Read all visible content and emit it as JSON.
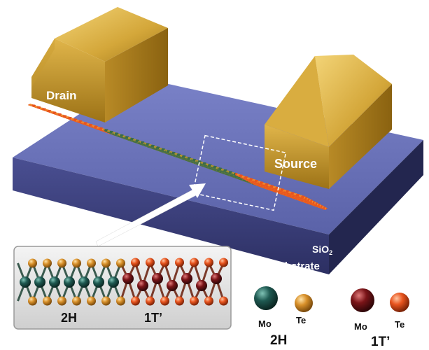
{
  "device": {
    "drain_label": "Drain",
    "source_label": "Source",
    "oxide_label": "SiO",
    "oxide_subscript": "2",
    "substrate_label": "Si substrate"
  },
  "inset": {
    "phase_left": "2H",
    "phase_right": "1T’"
  },
  "legend": {
    "groups": [
      {
        "phase": "2H",
        "atoms": [
          {
            "symbol": "Mo",
            "color": "#1f5a52"
          },
          {
            "symbol": "Te",
            "color": "#d8902a"
          }
        ]
      },
      {
        "phase": "1T’",
        "atoms": [
          {
            "symbol": "Mo",
            "color": "#7a1418"
          },
          {
            "symbol": "Te",
            "color": "#e8541e"
          }
        ]
      }
    ]
  },
  "colors": {
    "gold": "#d4a73a",
    "substrate_top": "#6b72b8",
    "substrate_side": "#3c3f7a",
    "mo_2h": "#1f5a52",
    "te_2h": "#d8902a",
    "mo_1t": "#7a1418",
    "te_1t": "#e8541e"
  }
}
